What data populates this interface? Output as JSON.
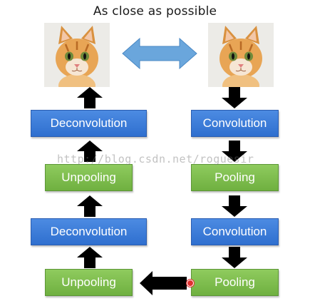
{
  "title": "As close as possible",
  "left_column": [
    {
      "label": "Deconvolution",
      "color": "#3a7bd5"
    },
    {
      "label": "Unpooling",
      "color": "#7cbf4f"
    },
    {
      "label": "Deconvolution",
      "color": "#3a7bd5"
    },
    {
      "label": "Unpooling",
      "color": "#7cbf4f"
    }
  ],
  "right_column": [
    {
      "label": "Convolution",
      "color": "#3a7bd5"
    },
    {
      "label": "Pooling",
      "color": "#7cbf4f"
    },
    {
      "label": "Convolution",
      "color": "#3a7bd5"
    },
    {
      "label": "Pooling",
      "color": "#7cbf4f"
    }
  ],
  "images": {
    "left": "cat-image",
    "right": "cat-image"
  },
  "watermark": "http://blog.csdn.net/roguesir",
  "colors": {
    "double_arrow": "#6aa6dc",
    "flow_arrow": "#000000"
  }
}
